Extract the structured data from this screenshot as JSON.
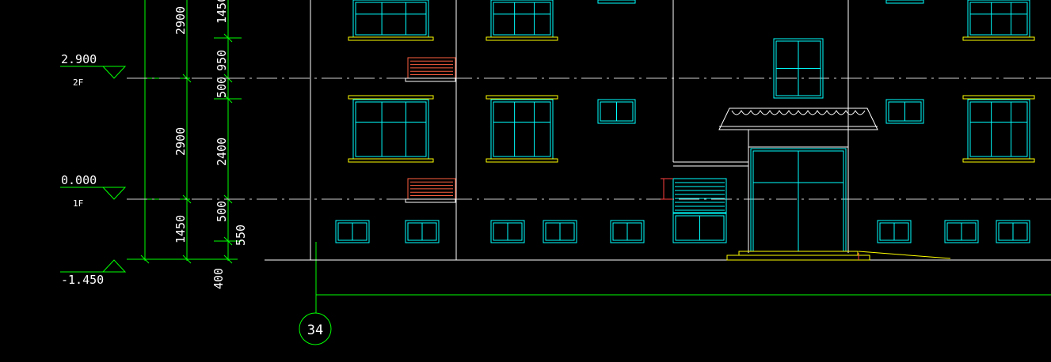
{
  "levels": [
    {
      "elevation": "2.900",
      "floor": "2F"
    },
    {
      "elevation": "0.000",
      "floor": "1F"
    },
    {
      "elevation": "-1.450"
    }
  ],
  "dimensions": {
    "outer": [
      "2900",
      "2900",
      "1450"
    ],
    "inner": [
      "1450",
      "950",
      "500",
      "2400",
      "500",
      "550"
    ],
    "below": "400"
  },
  "axis_grid": "34",
  "colors": {
    "background": "#000000",
    "dimension": "#00ff00",
    "window": "#00ffff",
    "sill": "#ffff00",
    "ac_unit": "#ff6040",
    "outline": "#ffffff",
    "centerline": "#ffffff"
  }
}
